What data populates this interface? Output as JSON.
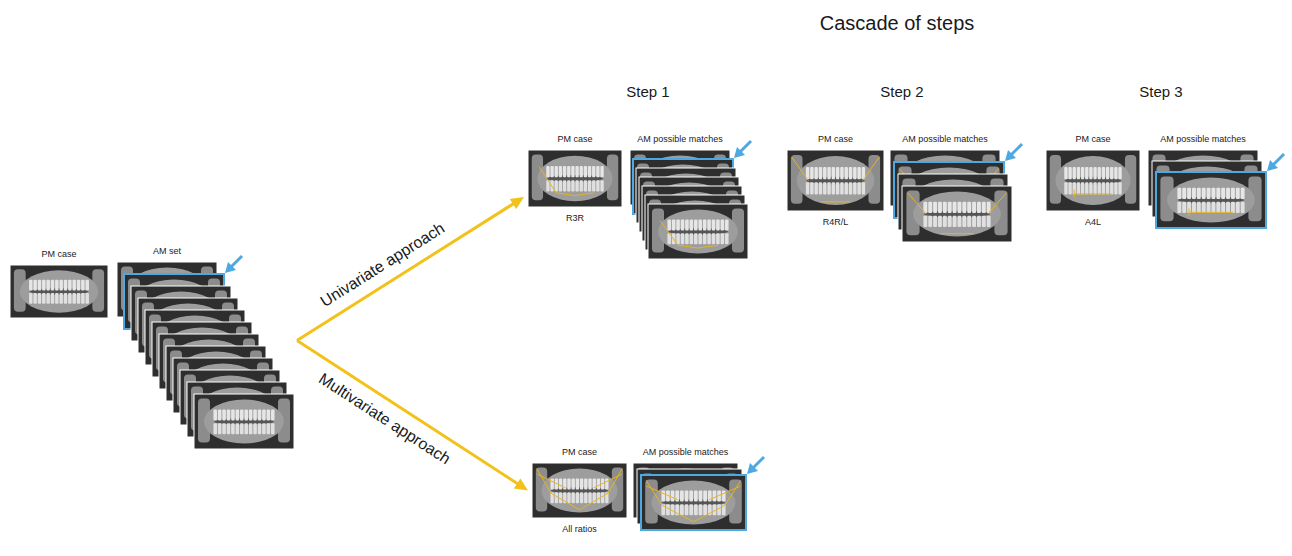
{
  "diagram": {
    "title": "Cascade of steps",
    "nodes": [
      {
        "text": [
          "PM case"
        ]
      },
      {
        "text": [
          "AM set"
        ]
      },
      {
        "text": [
          "PM case",
          "R3R"
        ]
      },
      {
        "text": [
          "AM possible matches"
        ]
      },
      {
        "text": [
          "PM case",
          "R4R/L"
        ]
      },
      {
        "text": [
          "AM possible matches"
        ]
      },
      {
        "text": [
          "PM case",
          "A4L"
        ]
      },
      {
        "text": [
          "AM possible matches"
        ]
      },
      {
        "text": [
          "PM case",
          "All ratios"
        ]
      },
      {
        "text": [
          "AM possible matches"
        ]
      }
    ],
    "edges": [
      {
        "from": 1,
        "to": 2,
        "arrow": "to",
        "label": "Univariate approach"
      },
      {
        "from": 1,
        "to": 8,
        "arrow": "to",
        "label": "Multivariate approach"
      }
    ],
    "labels": [
      "Step 1",
      "Step 2",
      "Step 3"
    ]
  }
}
